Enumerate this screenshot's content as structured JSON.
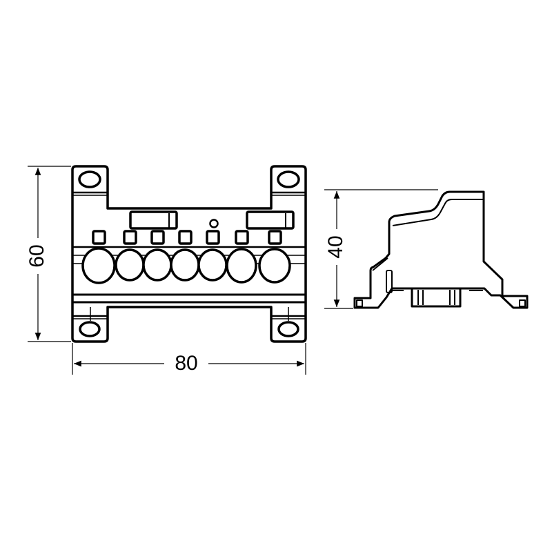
{
  "colors": {
    "line": "#000000",
    "background": "#ffffff"
  },
  "dimensions": {
    "height": "60",
    "width": "80",
    "depth": "40"
  }
}
